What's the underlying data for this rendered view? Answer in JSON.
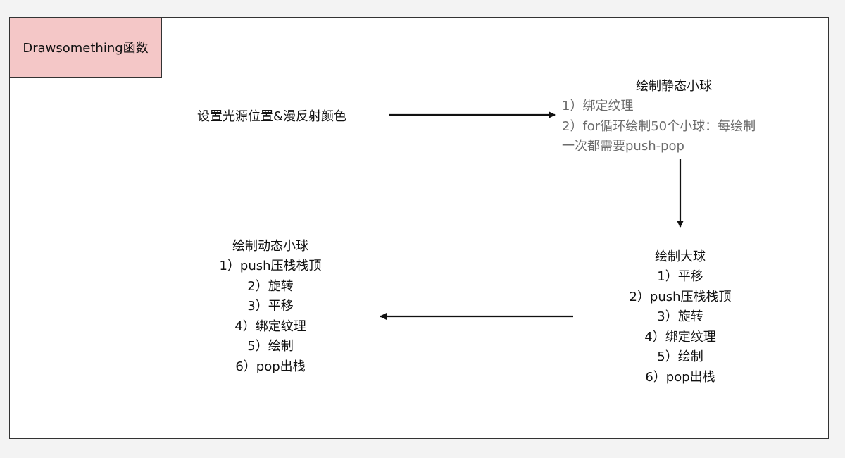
{
  "title": "Drawsomething函数",
  "light_step": "设置光源位置&漫反射颜色",
  "static_balls": {
    "heading": "绘制静态小球",
    "steps": [
      "1）绑定纹理",
      "2）for循环绘制50个小球：每绘制",
      "一次都需要push-pop"
    ]
  },
  "big_ball": {
    "heading": "绘制大球",
    "steps": [
      "1）平移",
      "2）push压栈栈顶",
      "3）旋转",
      "4）绑定纹理",
      "5）绘制",
      "6）pop出栈"
    ]
  },
  "dynamic_balls": {
    "heading": "绘制动态小球",
    "steps": [
      "1）push压栈栈顶",
      "2）旋转",
      "3）平移",
      "4）绑定纹理",
      "5）绘制",
      "6）pop出栈"
    ]
  }
}
